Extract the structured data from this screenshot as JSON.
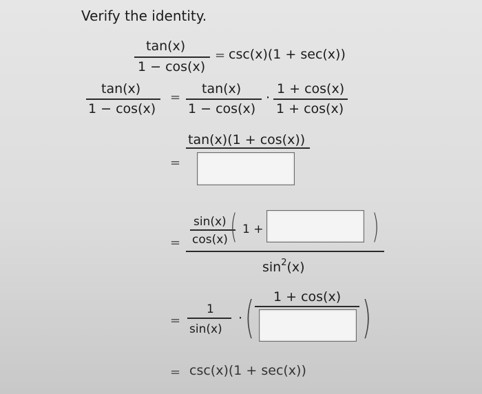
{
  "title": "Verify the identity.",
  "identity": {
    "lhs_num": "tan(x)",
    "lhs_den": "1 − cos(x)",
    "eq": "=",
    "rhs": "csc(x)(1 + sec(x))"
  },
  "step1": {
    "lhs_num": "tan(x)",
    "lhs_den": "1 − cos(x)",
    "eq": "=",
    "f1_num": "tan(x)",
    "f1_den": "1 − cos(x)",
    "dot": "·",
    "f2_num": "1 + cos(x)",
    "f2_den": "1 + cos(x)"
  },
  "step2": {
    "eq": "=",
    "num": "tan(x)(1 + cos(x))"
  },
  "step3": {
    "eq": "=",
    "inner_num": "sin(x)",
    "inner_den": "cos(x)",
    "plus_text": "1 +",
    "den_base": "sin",
    "den_exp": "2",
    "den_arg": "(x)"
  },
  "step4": {
    "eq": "=",
    "f1_num": "1",
    "f1_den": "sin(x)",
    "dot": "·",
    "f2_num": "1 + cos(x)"
  },
  "step5": {
    "eq": "=",
    "result": "csc(x)(1 + sec(x))"
  }
}
